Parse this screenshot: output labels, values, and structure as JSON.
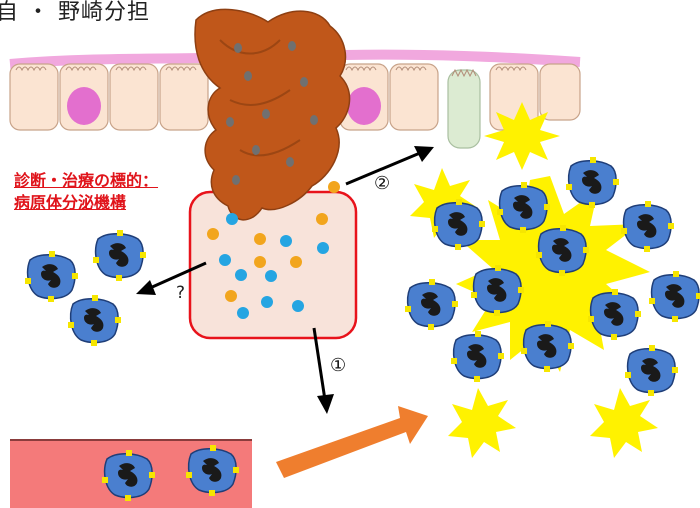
{
  "caption": "自 ・ 野崎分担",
  "target_label": {
    "line1": "診断・治療の標的：",
    "line2": "病原体分泌機構"
  },
  "pathway_labels": {
    "path1": "①",
    "path2": "②",
    "unknown": "?"
  },
  "colors": {
    "pathogen": "#c0571a",
    "secretion_box": "#f8e3da",
    "secretion_border": "#e8131b",
    "blood_vessel": "#f47a7a",
    "neutrophil": "#4a7fcf",
    "explosion": "#fff200",
    "orange_arrow": "#ef7e2e",
    "label_red": "#e0141b"
  }
}
